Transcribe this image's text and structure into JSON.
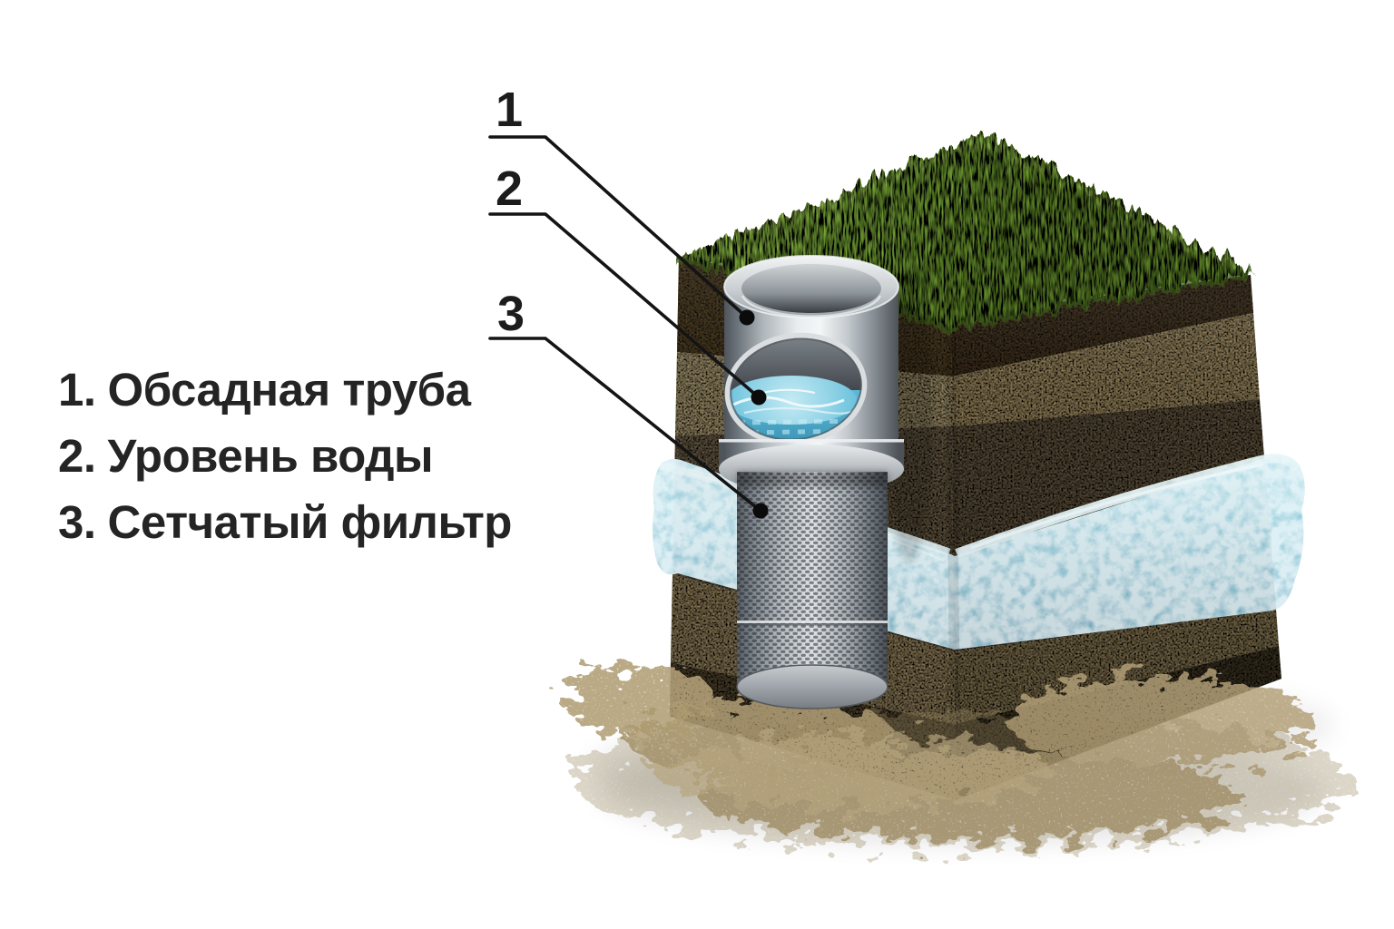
{
  "legend": {
    "items": [
      {
        "number": "1.",
        "label": "Обсадная труба"
      },
      {
        "number": "2.",
        "label": "Уровень воды"
      },
      {
        "number": "3.",
        "label": "Сетчатый фильтр"
      }
    ]
  },
  "callouts": [
    {
      "number": "1",
      "target": "casing-pipe"
    },
    {
      "number": "2",
      "target": "water-level"
    },
    {
      "number": "3",
      "target": "mesh-filter"
    }
  ],
  "colors": {
    "background": "#ffffff",
    "grass": "#86b93c",
    "topsoil": "#4b3a22",
    "sand": "#b2a076",
    "gravel": "#6f6049",
    "aquifer_water": "#6fbdd4",
    "deep_soil": "#51462f",
    "metal_light": "#eef1f3",
    "metal_dark": "#565c62",
    "leader_line": "#141414",
    "text": "#222222"
  }
}
